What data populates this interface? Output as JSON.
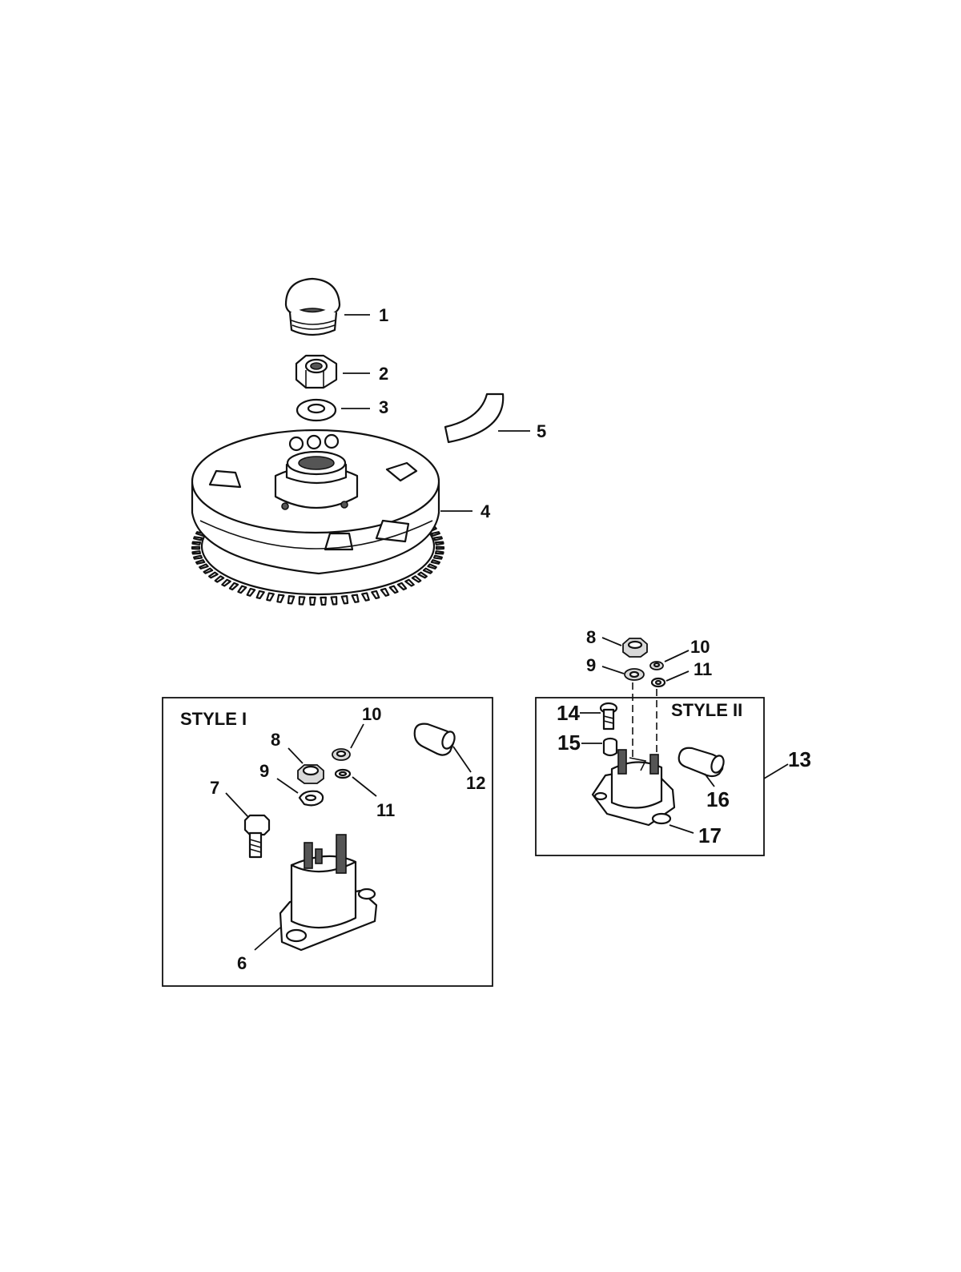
{
  "callouts": {
    "c1": "1",
    "c2": "2",
    "c3": "3",
    "c4": "4",
    "c5": "5",
    "c6": "6",
    "c7": "7",
    "c8a": "8",
    "c9a": "9",
    "c10a": "10",
    "c11a": "11",
    "c12": "12",
    "c8b": "8",
    "c9b": "9",
    "c10b": "10",
    "c11b": "11",
    "c13": "13",
    "c14": "14",
    "c15": "15",
    "c16": "16",
    "c17": "17"
  },
  "styles": {
    "style1": "STYLE I",
    "style2": "STYLE II"
  }
}
